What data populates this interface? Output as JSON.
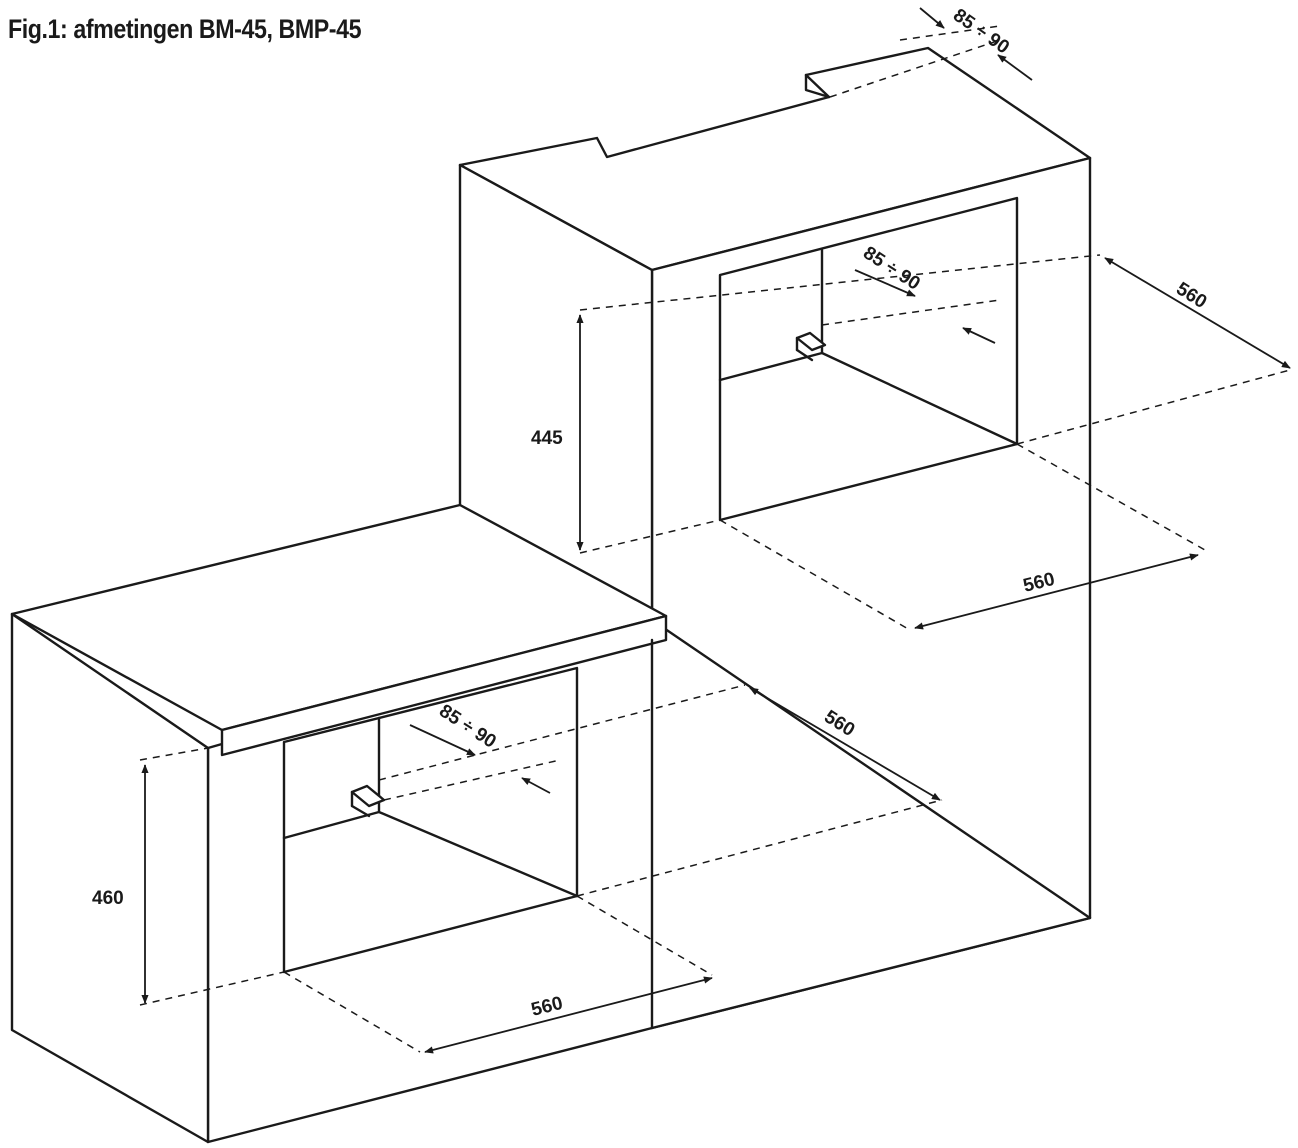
{
  "title": "Fig.1: afmetingen BM-45, BMP-45",
  "dimensions": {
    "upper_vent_top": "85 ÷ 90",
    "upper_vent_inner": "85 ÷ 90",
    "upper_depth": "560",
    "upper_height": "445",
    "upper_width": "560",
    "lower_vent": "85 ÷ 90",
    "lower_depth": "560",
    "lower_height": "460",
    "lower_width": "560"
  }
}
